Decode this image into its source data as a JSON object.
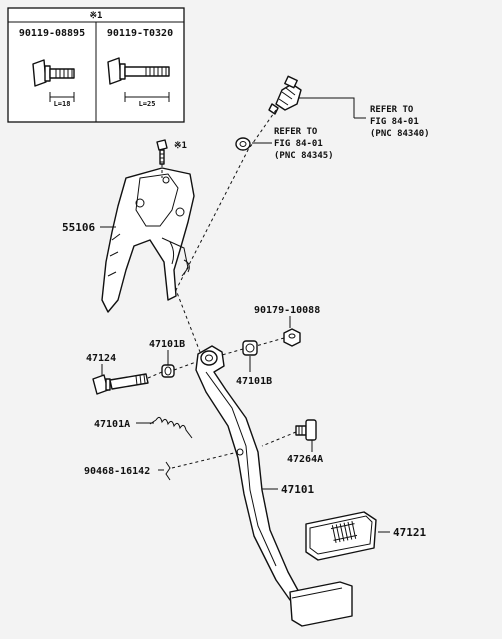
{
  "inset": {
    "note_mark": "※1",
    "bolts": [
      {
        "part_no": "90119-08895",
        "length_label": "L=18"
      },
      {
        "part_no": "90119-T0320",
        "length_label": "L=25"
      }
    ]
  },
  "refer_notes": [
    {
      "lines": [
        "REFER TO",
        "FIG 84-01",
        "(PNC 84340)"
      ]
    },
    {
      "lines": [
        "REFER TO",
        "FIG 84-01",
        "(PNC 84345)"
      ]
    }
  ],
  "callouts": {
    "bracket_bolt_mark": "※1",
    "bracket": "55106",
    "nut": "90179-10088",
    "bushing_left": "47101B",
    "bushing_right": "47101B",
    "pivot_bolt": "47124",
    "return_spring": "47101A",
    "stopper": "47264A",
    "clip_pin": "90468-16142",
    "pedal_arm": "47101",
    "pedal_pad": "47121"
  }
}
